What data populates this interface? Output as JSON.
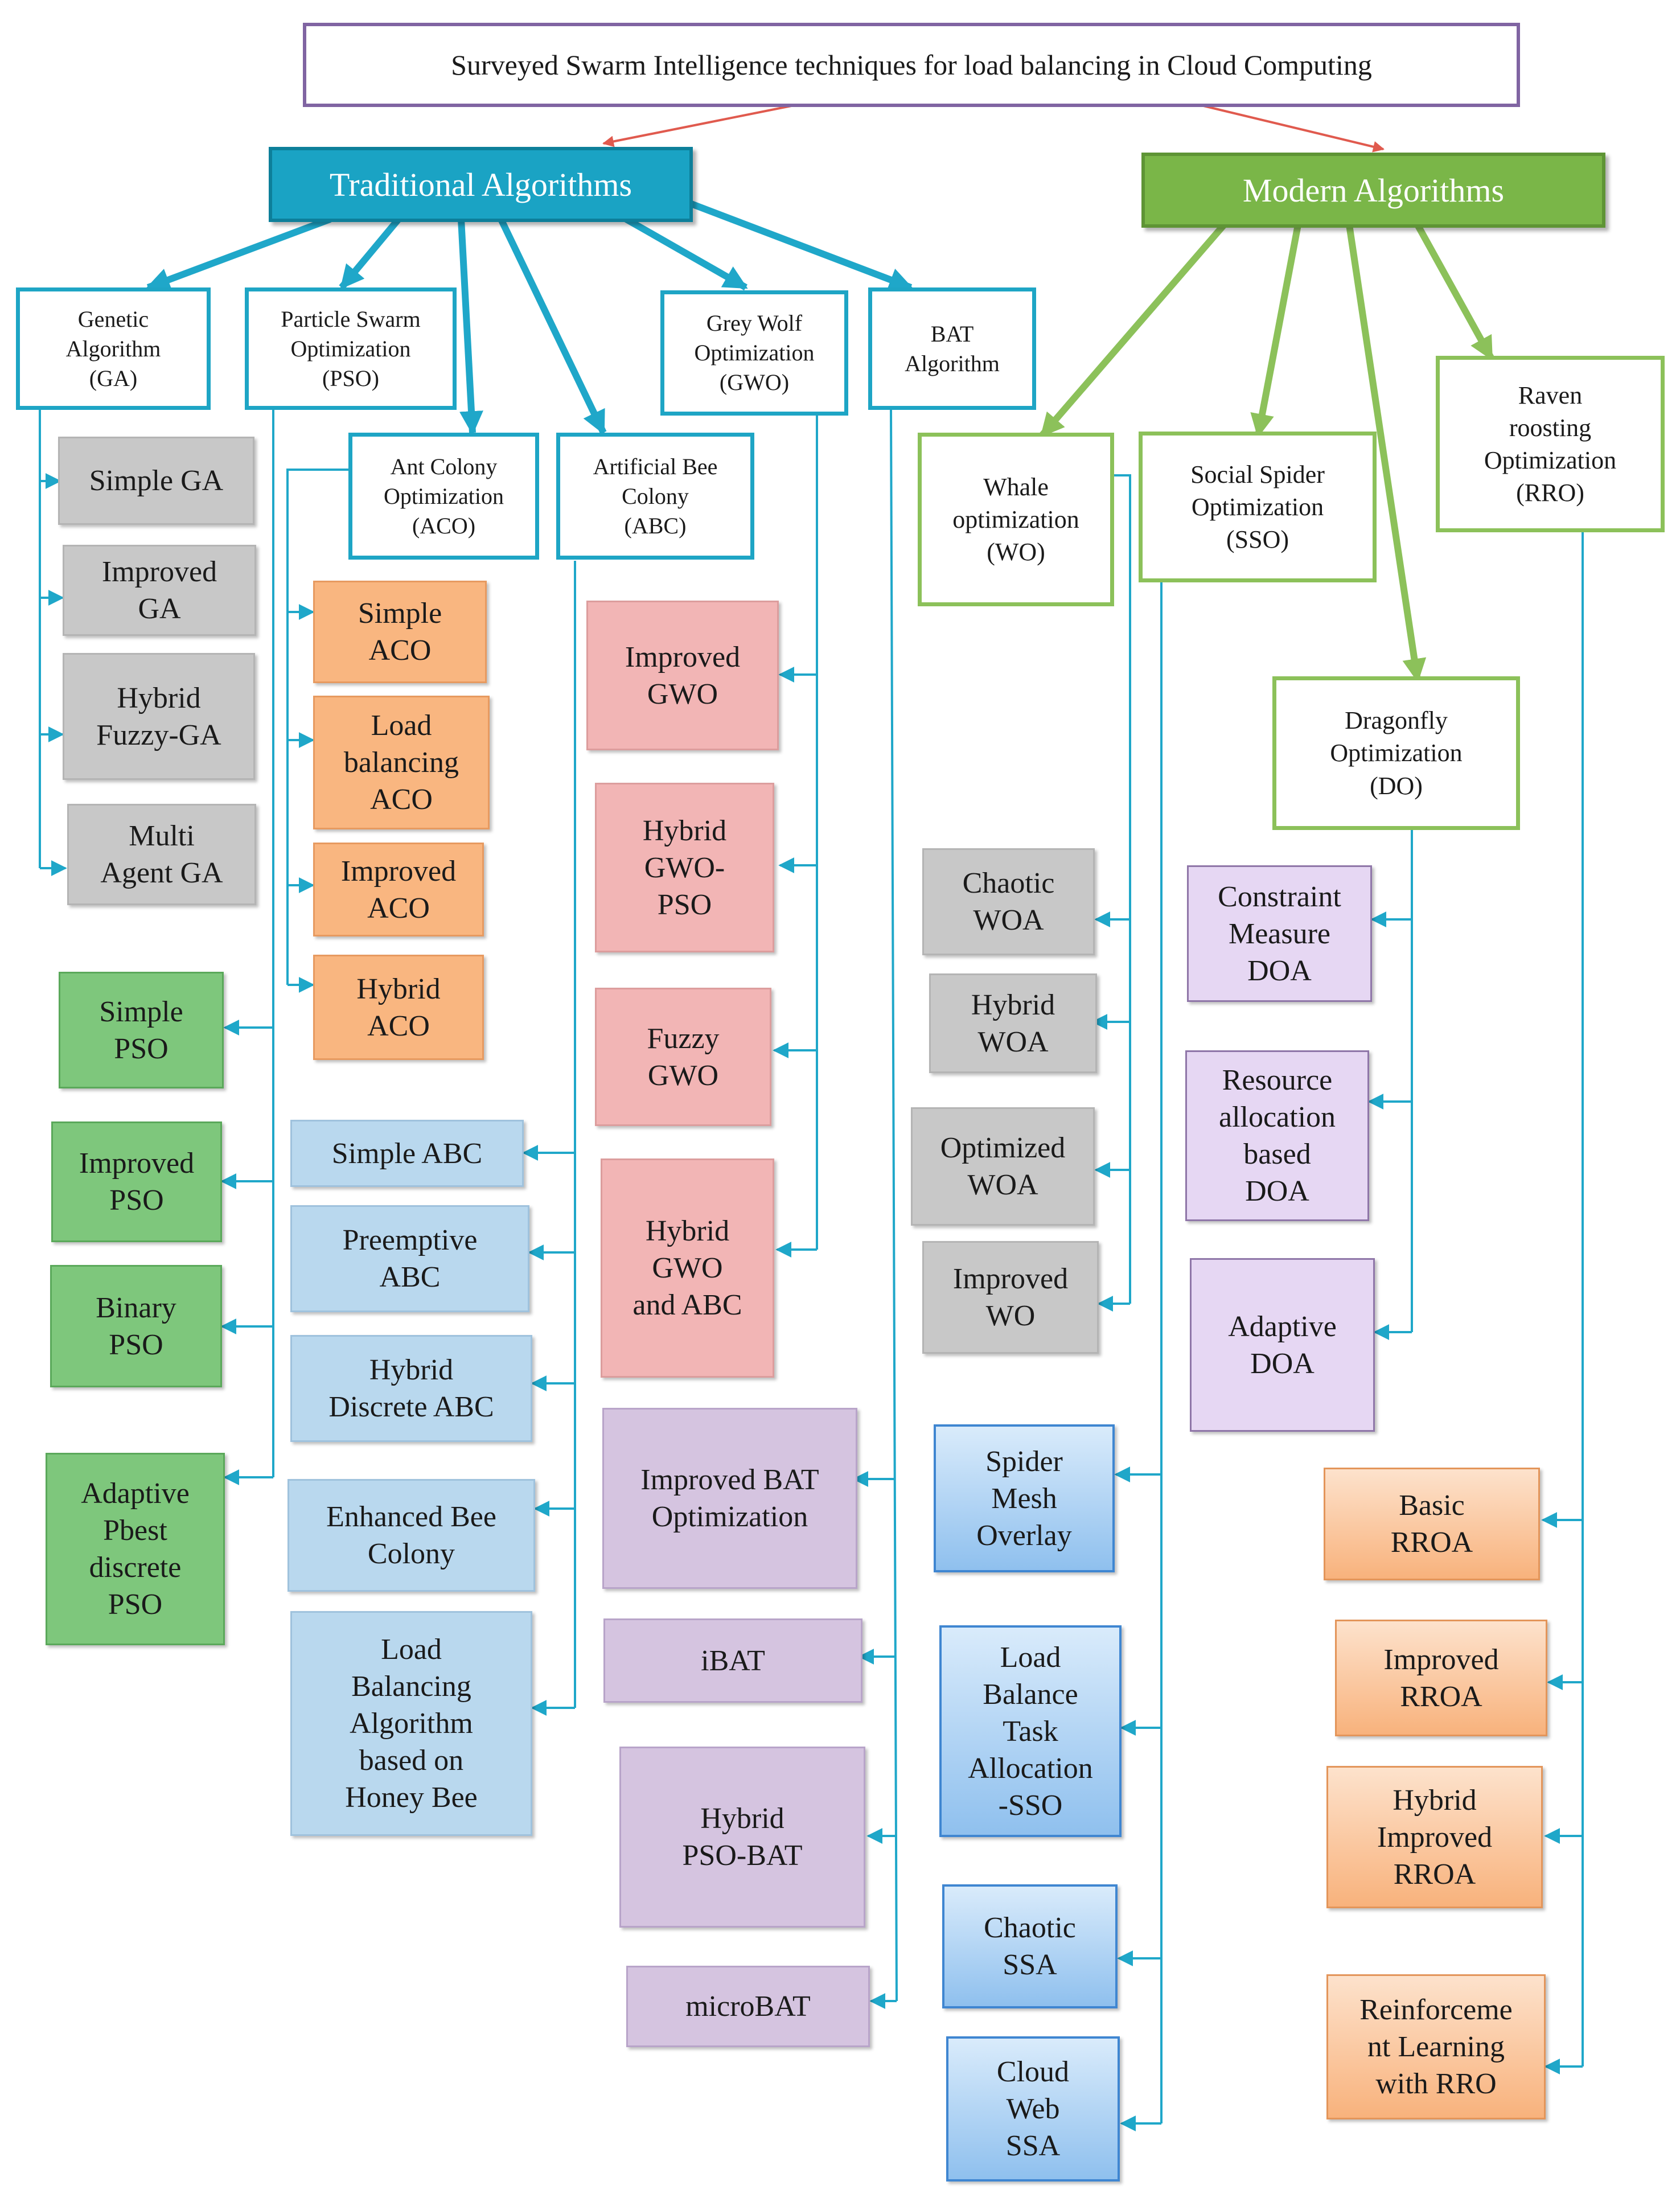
{
  "title": "Surveyed Swarm Intelligence techniques for load balancing in Cloud Computing",
  "categories": {
    "traditional": "Traditional Algorithms",
    "modern": "Modern Algorithms"
  },
  "traditional": {
    "ga": {
      "label": "Genetic\nAlgorithm\n(GA)",
      "children": [
        "Simple GA",
        "Improved\nGA",
        "Hybrid\nFuzzy-GA",
        "Multi\nAgent GA"
      ]
    },
    "pso": {
      "label": "Particle Swarm\nOptimization\n(PSO)",
      "children": [
        "Simple\nPSO",
        "Improved\nPSO",
        "Binary\nPSO",
        "Adaptive\nPbest\ndiscrete\nPSO"
      ]
    },
    "aco": {
      "label": "Ant Colony\nOptimization\n(ACO)",
      "children": [
        "Simple\nACO",
        "Load\nbalancing\nACO",
        "Improved\nACO",
        "Hybrid\nACO"
      ]
    },
    "abc": {
      "label": "Artificial Bee\nColony\n(ABC)",
      "children": [
        "Simple ABC",
        "Preemptive\nABC",
        "Hybrid\nDiscrete ABC",
        "Enhanced Bee\nColony",
        "Load\nBalancing\nAlgorithm\nbased on\nHoney Bee"
      ]
    },
    "gwo": {
      "label": "Grey Wolf\nOptimization\n(GWO)",
      "children": [
        "Improved\nGWO",
        "Hybrid\nGWO-\nPSO",
        "Fuzzy\nGWO",
        "Hybrid\nGWO\nand ABC"
      ]
    },
    "bat": {
      "label": "BAT\nAlgorithm",
      "children": [
        "Improved BAT\nOptimization",
        "iBAT",
        "Hybrid\nPSO-BAT",
        "microBAT"
      ]
    }
  },
  "modern": {
    "wo": {
      "label": "Whale\noptimization\n(WO)",
      "children": [
        "Chaotic\nWOA",
        "Hybrid\nWOA",
        "Optimized\nWOA",
        "Improved\nWO"
      ]
    },
    "sso": {
      "label": "Social Spider\nOptimization\n(SSO)",
      "children": [
        "Spider\nMesh\nOverlay",
        "Load\nBalance\nTask\nAllocation\n-SSO",
        "Chaotic\nSSA",
        "Cloud\nWeb\nSSA"
      ]
    },
    "do": {
      "label": "Dragonfly\nOptimization\n(DO)",
      "children": [
        "Constraint\nMeasure\nDOA",
        "Resource\nallocation\nbased\nDOA",
        "Adaptive\nDOA"
      ]
    },
    "rro": {
      "label": "Raven\nroosting\nOptimization\n(RRO)",
      "children": [
        "Basic\nRROA",
        "Improved\nRROA",
        "Hybrid\nImproved\nRROA",
        "Reinforceme\nnt Learning\nwith RRO"
      ]
    }
  },
  "colors": {
    "title_border": "#8064a2",
    "traditional": "#1aa3c4",
    "modern": "#7ab648",
    "connector_red": "#e05a4e",
    "connector_cyan": "#1fa7c9",
    "connector_green": "#8cc15a"
  }
}
